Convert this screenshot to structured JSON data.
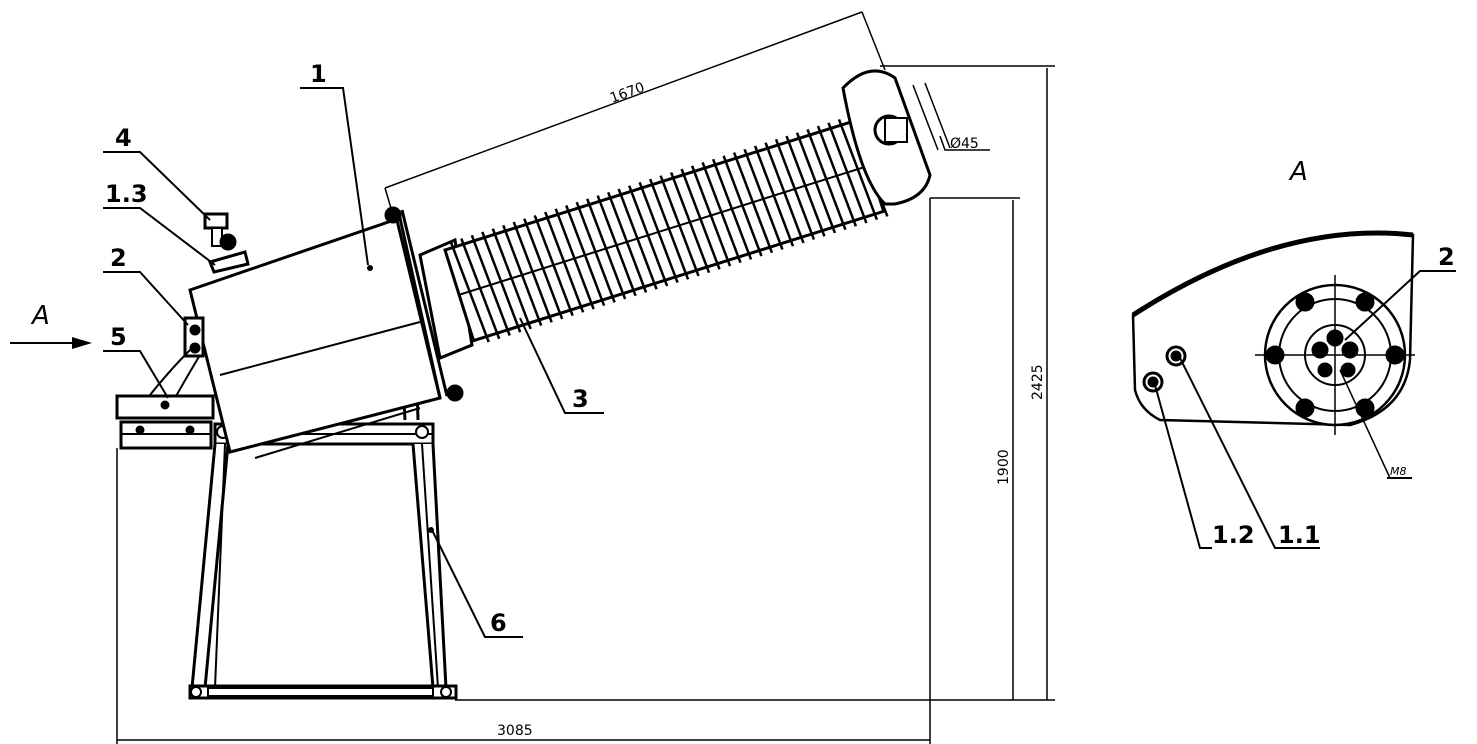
{
  "view_label": "A",
  "arrow_label": "A",
  "labels": {
    "l1": "1",
    "l2": "2",
    "l3": "3",
    "l4": "4",
    "l5": "5",
    "l6": "6",
    "l13": "1.3",
    "l12": "1.2",
    "l11": "1.1",
    "l2_view": "2"
  },
  "dimensions": {
    "bushing_length": "1670",
    "terminal_diameter": "Ø45",
    "total_height": "2425",
    "stand_height": "1900",
    "total_width": "3085",
    "thread": "M8"
  }
}
